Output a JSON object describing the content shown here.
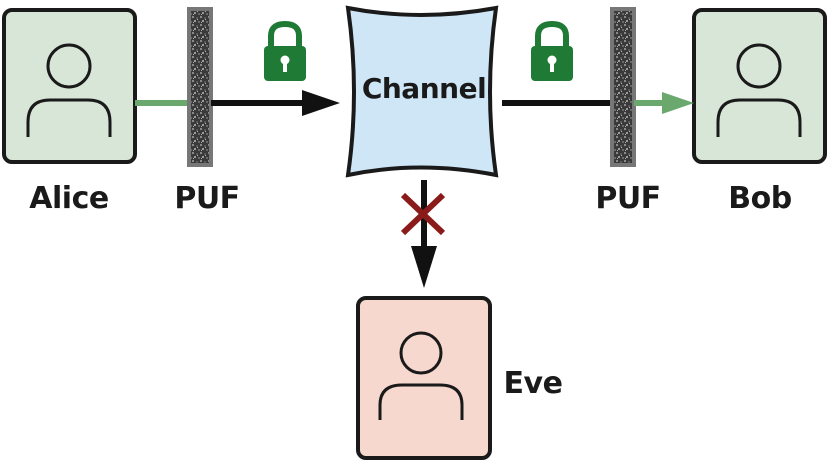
{
  "nodes": {
    "alice": {
      "label": "Alice",
      "fill": "#d7e6d6"
    },
    "bob": {
      "label": "Bob",
      "fill": "#d7e6d6"
    },
    "eve": {
      "label": "Eve",
      "fill": "#f7d8cf"
    },
    "channel": {
      "label": "Channel",
      "fill": "#cfe6f7"
    }
  },
  "puf": {
    "left_label": "PUF",
    "right_label": "PUF"
  },
  "colors": {
    "green_arrow": "#6aa86e",
    "lock": "#1f7a35",
    "cross": "#8b1a1a",
    "stroke": "#1a1a1a"
  },
  "icons": [
    "person-icon",
    "lock-icon",
    "cross-icon",
    "puf-noise-texture"
  ]
}
